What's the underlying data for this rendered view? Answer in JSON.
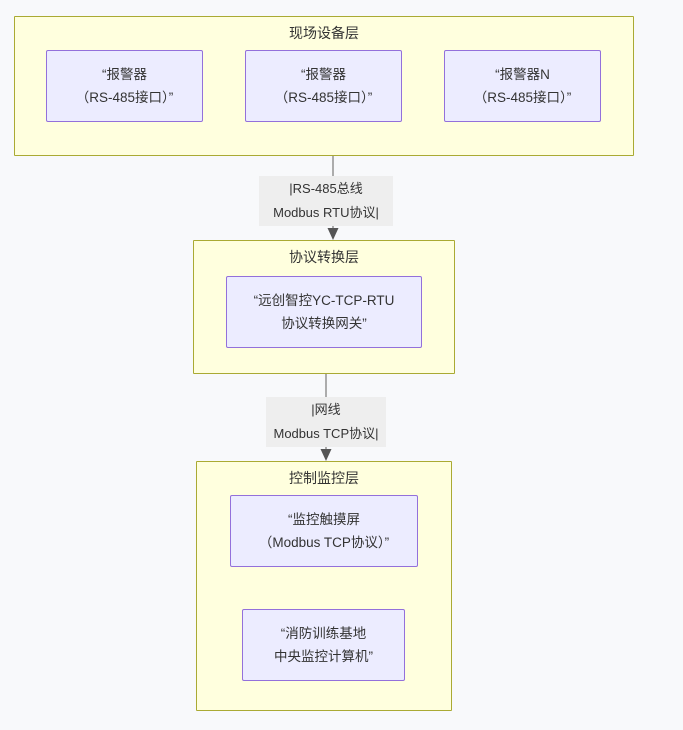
{
  "diagram": {
    "type": "layered-architecture-flowchart",
    "direction": "top-down",
    "background_color": "#f8f9fb",
    "layer_fill": "#ffffde",
    "layer_border": "#aaaa33",
    "node_fill": "#ececff",
    "node_border": "#9370db",
    "edge_color": "#999999",
    "edge_label_fill": "#eeeeee",
    "text_color": "#333333"
  },
  "layers": [
    {
      "id": "field",
      "title": "现场设备层",
      "nodes": [
        {
          "id": "alarm1",
          "line1": "“报警器",
          "line2": "（RS-485接口）”"
        },
        {
          "id": "alarm2",
          "line1": "“报警器",
          "line2": "（RS-485接口）”"
        },
        {
          "id": "alarmN",
          "line1": "“报警器N",
          "line2": "（RS-485接口）”"
        }
      ]
    },
    {
      "id": "convert",
      "title": "协议转换层",
      "nodes": [
        {
          "id": "gateway",
          "line1": "“远创智控YC-TCP-RTU",
          "line2": "协议转换网关”"
        }
      ]
    },
    {
      "id": "control",
      "title": "控制监控层",
      "nodes": [
        {
          "id": "hmi",
          "line1": "“监控触摸屏",
          "line2": "（Modbus TCP协议）”"
        },
        {
          "id": "pc",
          "line1": "“消防训练基地",
          "line2": "中央监控计算机”"
        }
      ]
    }
  ],
  "edges": [
    {
      "id": "edge-field-to-convert",
      "from": "field",
      "to": "convert",
      "label_line1": "|RS-485总线",
      "label_line2": "Modbus RTU协议|"
    },
    {
      "id": "edge-convert-to-control",
      "from": "convert",
      "to": "control",
      "label_line1": "|网线",
      "label_line2": "Modbus TCP协议|"
    }
  ]
}
